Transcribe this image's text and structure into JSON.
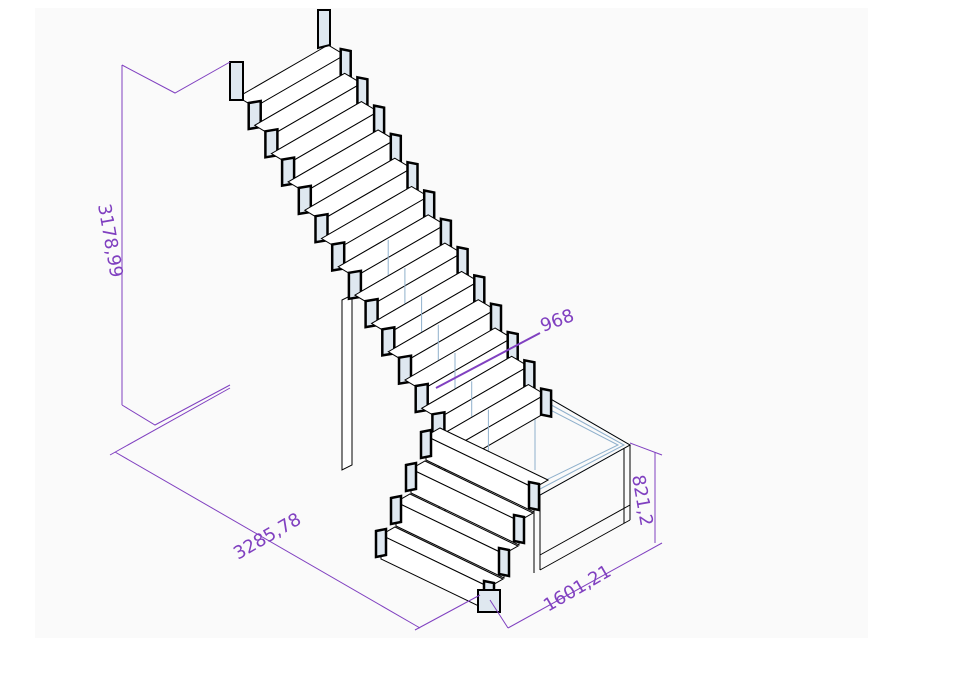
{
  "drawing": {
    "subject": "staircase",
    "upper_flight_steps": 13,
    "lower_flight_steps": 4,
    "dimensions": {
      "height": "3178,99",
      "length": "3285,78",
      "width_lower": "1601,21",
      "landing_height": "821,2",
      "stair_width": "968"
    }
  },
  "colors": {
    "dimension": "#8040c0",
    "edges": "#000000",
    "hidden": "#8fb0cc",
    "background": "#fafafa"
  }
}
